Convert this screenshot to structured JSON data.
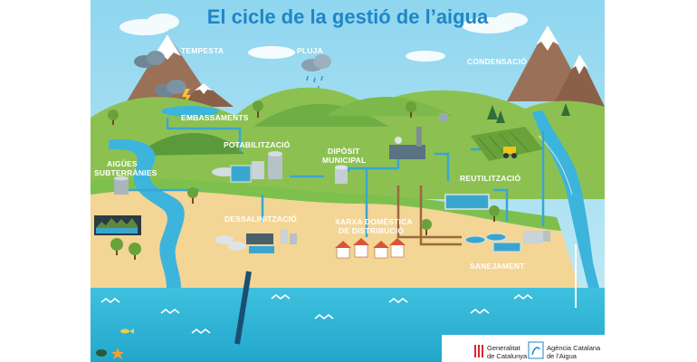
{
  "title": "El cicle de la gestió de l’aigua",
  "labels": {
    "tempesta": "TEMPESTA",
    "pluja": "PLUJA",
    "condensacio": "CONDENSACIÓ",
    "embassaments": "EMBASSAMENTS",
    "potabilitzacio": "POTABILITZACIÓ",
    "aigues_1": "AIGÜES",
    "aigues_2": "SUBTERRÀNIES",
    "diposit_1": "DIPÒSIT",
    "diposit_2": "MUNICIPAL",
    "reutilitzacio": "REUTILITZACIÓ",
    "dessalinitzacio": "DESSALINITZACIÓ",
    "xarxa_1": "XARXA DOMÈSTICA",
    "xarxa_2": "DE DISTRIBUCIÓ",
    "sanejament": "SANEJAMENT"
  },
  "logos": {
    "generalitat_1": "Generalitat",
    "generalitat_2": "de Catalunya",
    "aca_1": "Agència Catalana",
    "aca_2": "de l’Aigua"
  },
  "colors": {
    "sky": "#a9dff0",
    "sea": "#33b8d8",
    "sand": "#f3d596",
    "hill": "#8cc152",
    "hill_dark": "#5a9a3a",
    "mountain": "#9a7058",
    "river": "#3cb4dc",
    "pipe_blue": "#3aa6d0",
    "pipe_brown": "#9a6a3a",
    "title": "#1f86c7"
  }
}
